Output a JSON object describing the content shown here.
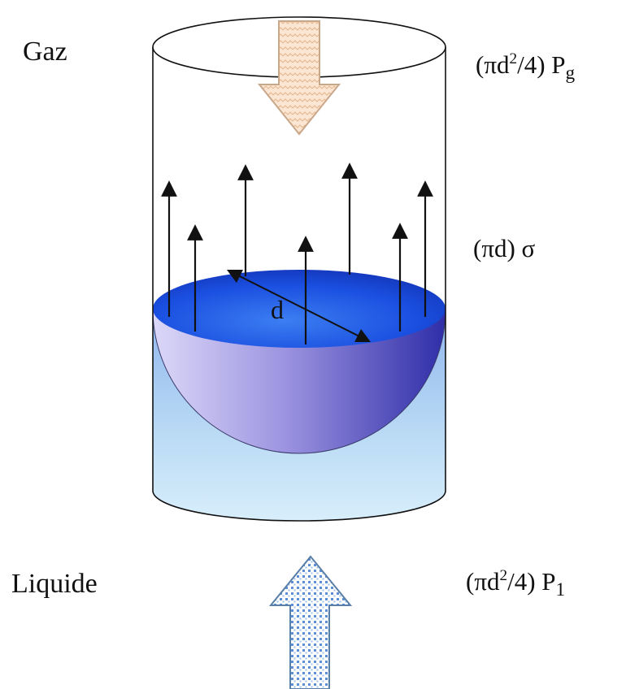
{
  "labels": {
    "gas": "Gaz",
    "liquid": "Liquide",
    "diameter": "d"
  },
  "forces": {
    "gas_pressure": {
      "prefix": "(πd",
      "exponent": "2",
      "middle": "/4) P",
      "subscript": "g"
    },
    "surface_tension": {
      "text": "(πd) σ"
    },
    "liquid_pressure": {
      "prefix": "(πd",
      "exponent": "2",
      "middle": "/4) P",
      "subscript": "1"
    }
  },
  "colors": {
    "gas_arrow_fill": "#f8dcc4",
    "gas_arrow_stroke": "#c9a88a",
    "liquid_arrow_stroke": "#5a7fa8",
    "liquid_arrow_dot": "#5d8fd6",
    "meniscus_surface": "#1c4fd8",
    "meniscus_bowl": "#8d86d8",
    "liquid": "#a9d3f2",
    "outline": "#111111"
  }
}
